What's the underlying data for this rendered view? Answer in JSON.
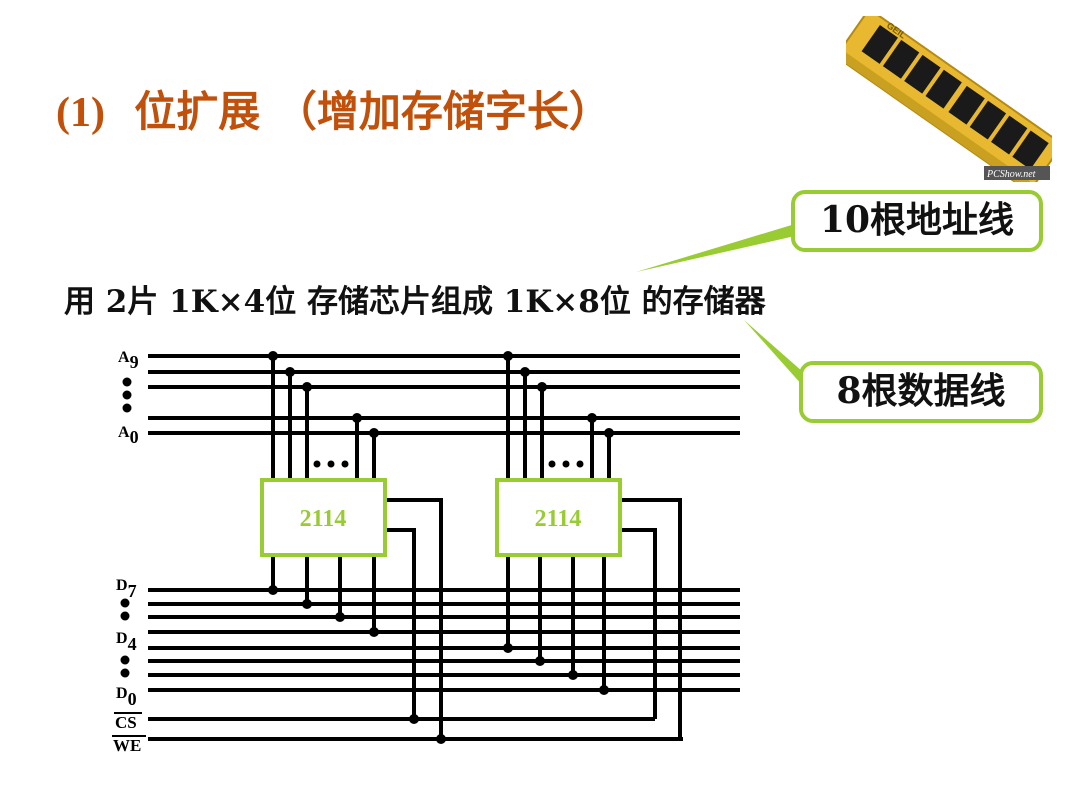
{
  "title": {
    "number": "(1)",
    "text": "位扩展 （增加存储字长）"
  },
  "subtitle": "用 2片 1K×4位 存储芯片组成 1K×8位 的存储器",
  "callouts": {
    "address_lines": "10根地址线",
    "data_lines": "8根数据线"
  },
  "memory_image": {
    "brand": "GEIL",
    "watermark": "PCShow.net"
  },
  "chips": [
    {
      "label": "2114"
    },
    {
      "label": "2114"
    }
  ],
  "signals": {
    "a9": "A9",
    "a0": "A0",
    "d7": "D7",
    "d4": "D4",
    "d0": "D0",
    "cs": "CS",
    "we": "WE"
  },
  "colors": {
    "title": "#c0500a",
    "accent": "#99cc33",
    "line": "#000000",
    "gold": "#e8b830"
  }
}
